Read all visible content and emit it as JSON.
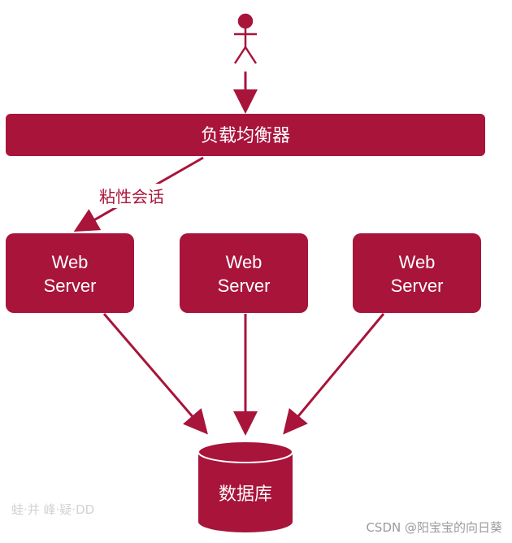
{
  "diagram": {
    "load_balancer": {
      "label": "负载均衡器"
    },
    "sticky_session": {
      "label": "粘性会话"
    },
    "servers": [
      {
        "line1": "Web",
        "line2": "Server"
      },
      {
        "line1": "Web",
        "line2": "Server"
      },
      {
        "line1": "Web",
        "line2": "Server"
      }
    ],
    "database": {
      "label": "数据库"
    }
  },
  "watermarks": {
    "bottom_right": "CSDN @阳宝宝的向日葵",
    "bottom_left": "蛙·并 峰·疑·DD"
  },
  "colors": {
    "primary": "#a8143a",
    "background": "#ffffff"
  }
}
